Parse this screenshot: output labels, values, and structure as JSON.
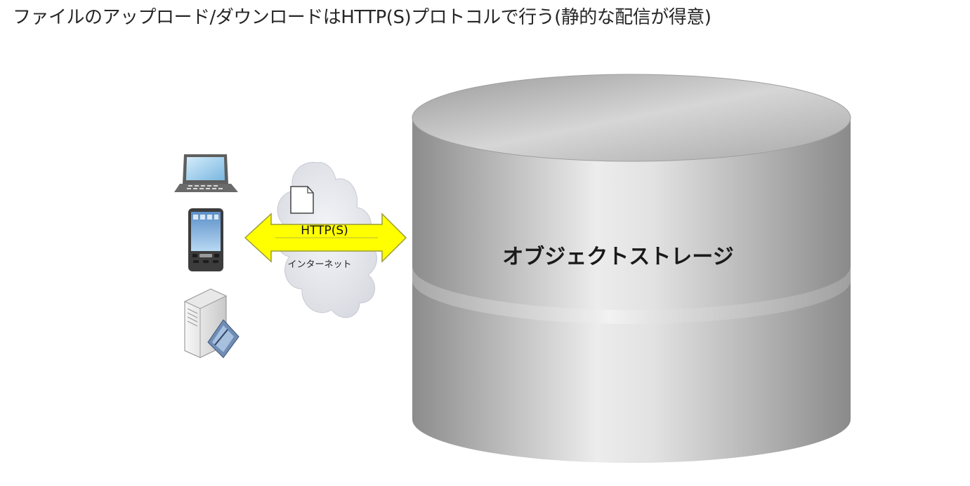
{
  "title": "ファイルのアップロード/ダウンロードはHTTP(S)プロトコルで行う(静的な配信が得意)",
  "storage_label": "オブジェクトストレージ",
  "protocol_label": "HTTP(S)",
  "network_label": "インターネット",
  "clients": [
    {
      "icon": "laptop-icon"
    },
    {
      "icon": "smartphone-icon"
    },
    {
      "icon": "server-icon"
    }
  ],
  "colors": {
    "arrow_fill": "#ffff00",
    "arrow_stroke": "#9c9c3a",
    "cylinder_mid": "#e9e9e9",
    "cylinder_edge": "#8a8a8a"
  }
}
